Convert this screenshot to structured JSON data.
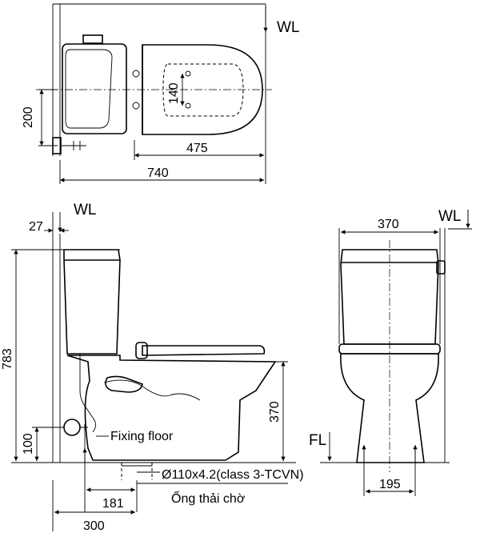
{
  "top_view": {
    "wl": "WL",
    "dim_200": "200",
    "dim_140": "140",
    "dim_475": "475",
    "dim_740": "740"
  },
  "side_view": {
    "wl": "WL",
    "dim_27": "27",
    "dim_783": "783",
    "dim_370": "370",
    "dim_100": "100",
    "dim_181": "181",
    "dim_300": "300",
    "fixing_floor": "Fixing floor",
    "pipe_spec": "Ø110x4.2(class 3-TCVN)",
    "pipe_name": "Ống thải chờ"
  },
  "front_view": {
    "wl": "WL",
    "fl": "FL",
    "dim_370": "370",
    "dim_195": "195"
  }
}
